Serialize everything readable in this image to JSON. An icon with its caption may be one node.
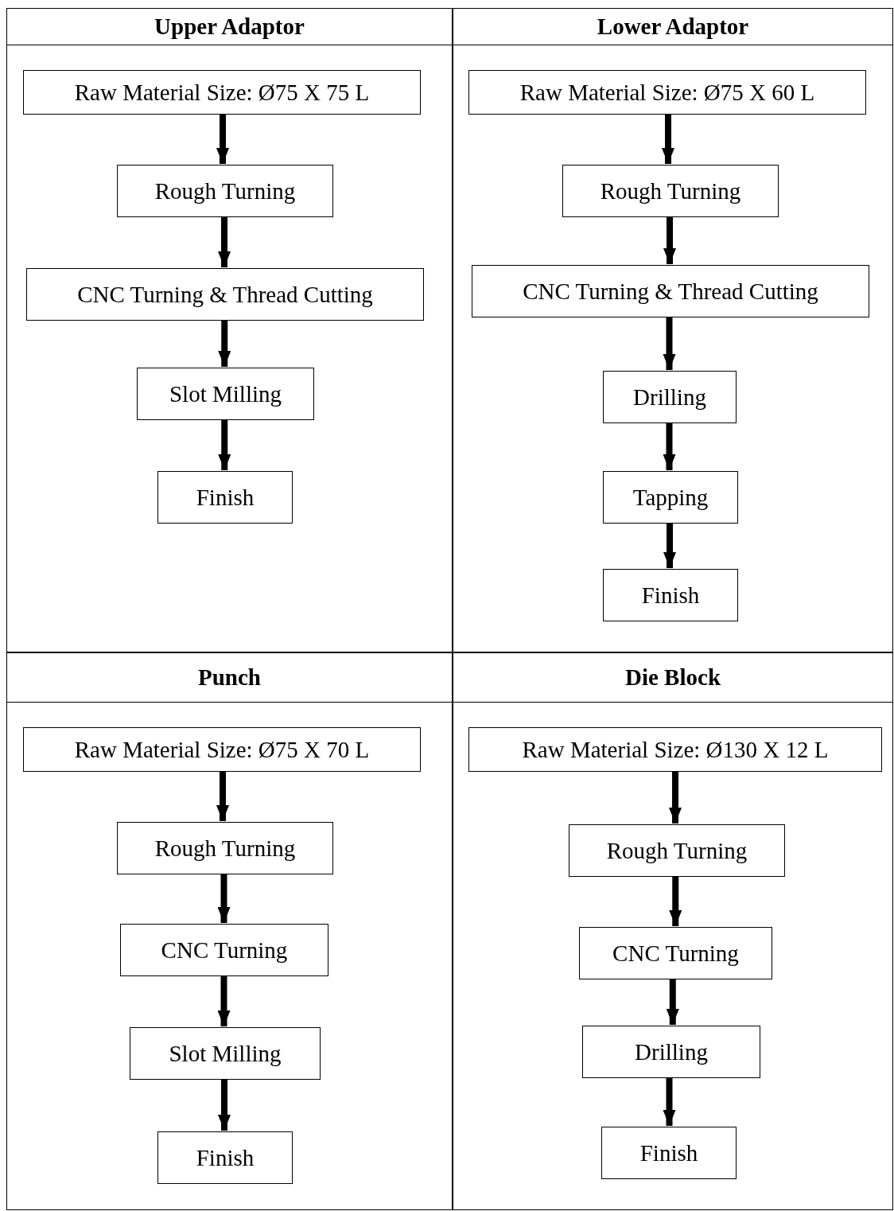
{
  "diagram": {
    "nodes": [
      {
        "text": [
          "Upper Adaptor"
        ]
      },
      {
        "text": [
          "Raw Material Size: Ø75 X 75 L"
        ],
        "in": 0
      },
      {
        "text": [
          "Rough Turning"
        ],
        "in": 0
      },
      {
        "text": [
          "CNC Turning & Thread Cutting"
        ],
        "in": 0
      },
      {
        "text": [
          "Slot Milling"
        ],
        "in": 0
      },
      {
        "text": [
          "Finish"
        ],
        "in": 0
      },
      {
        "text": [
          "Lower Adaptor"
        ]
      },
      {
        "text": [
          "Raw Material Size: Ø75 X 60 L"
        ],
        "in": 6
      },
      {
        "text": [
          "Rough Turning"
        ],
        "in": 6
      },
      {
        "text": [
          "CNC Turning & Thread Cutting"
        ],
        "in": 6
      },
      {
        "text": [
          "Drilling"
        ],
        "in": 6
      },
      {
        "text": [
          "Tapping"
        ],
        "in": 6
      },
      {
        "text": [
          "Finish"
        ],
        "in": 6
      },
      {
        "text": [
          "Punch"
        ]
      },
      {
        "text": [
          "Raw Material Size: Ø75 X 70 L"
        ],
        "in": 13
      },
      {
        "text": [
          "Rough Turning"
        ],
        "in": 13
      },
      {
        "text": [
          "CNC Turning"
        ],
        "in": 13
      },
      {
        "text": [
          "Slot Milling"
        ],
        "in": 13
      },
      {
        "text": [
          "Finish"
        ],
        "in": 13
      },
      {
        "text": [
          "Die Block"
        ]
      },
      {
        "text": [
          "Raw Material Size: Ø130 X 12 L"
        ],
        "in": 19
      },
      {
        "text": [
          "Rough Turning"
        ],
        "in": 19
      },
      {
        "text": [
          "CNC Turning"
        ],
        "in": 19
      },
      {
        "text": [
          "Drilling"
        ],
        "in": 19
      },
      {
        "text": [
          "Finish"
        ],
        "in": 19
      }
    ],
    "edges": [
      {
        "from": 1,
        "to": 2,
        "arrow": "to"
      },
      {
        "from": 2,
        "to": 3,
        "arrow": "to"
      },
      {
        "from": 3,
        "to": 4,
        "arrow": "to"
      },
      {
        "from": 4,
        "to": 5,
        "arrow": "to"
      },
      {
        "from": 7,
        "to": 8,
        "arrow": "to"
      },
      {
        "from": 8,
        "to": 9,
        "arrow": "to"
      },
      {
        "from": 9,
        "to": 10,
        "arrow": "to"
      },
      {
        "from": 10,
        "to": 11,
        "arrow": "to"
      },
      {
        "from": 11,
        "to": 12,
        "arrow": "to"
      },
      {
        "from": 14,
        "to": 15,
        "arrow": "to"
      },
      {
        "from": 15,
        "to": 16,
        "arrow": "to"
      },
      {
        "from": 16,
        "to": 17,
        "arrow": "to"
      },
      {
        "from": 17,
        "to": 18,
        "arrow": "to"
      },
      {
        "from": 20,
        "to": 21,
        "arrow": "to"
      },
      {
        "from": 21,
        "to": 22,
        "arrow": "to"
      },
      {
        "from": 22,
        "to": 23,
        "arrow": "to"
      },
      {
        "from": 23,
        "to": 24,
        "arrow": "to"
      }
    ]
  }
}
